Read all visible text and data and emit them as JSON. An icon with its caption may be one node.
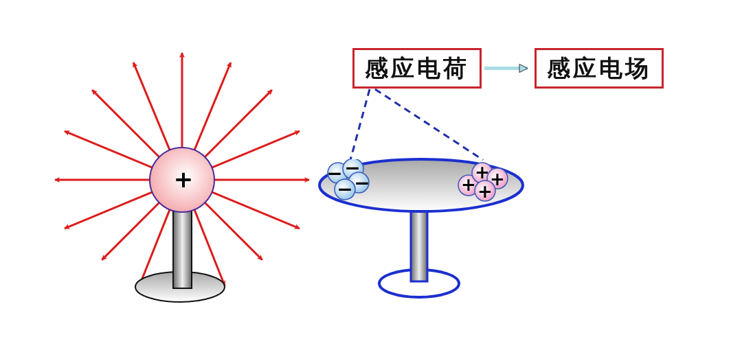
{
  "diagram": {
    "nodes": [
      {
        "text": [
          "感应电荷"
        ]
      },
      {
        "text": [
          "感应电场"
        ]
      },
      {
        "text": [],
        "shape": "circle"
      },
      {
        "text": [],
        "shape": "circle"
      }
    ],
    "edges": [
      {
        "from": 0,
        "to": 1,
        "arrow": "to",
        "color": "#a9dbe3"
      },
      {
        "from": 0,
        "to": 2,
        "arrow": "none",
        "style": "dashed",
        "color": "#1f2fa8"
      },
      {
        "from": 0,
        "to": 3,
        "arrow": "none",
        "style": "dashed",
        "color": "#1f2fa8"
      }
    ],
    "labels": [
      "+",
      "−",
      "−",
      "−",
      "−",
      "+",
      "+",
      "+",
      "+"
    ]
  }
}
